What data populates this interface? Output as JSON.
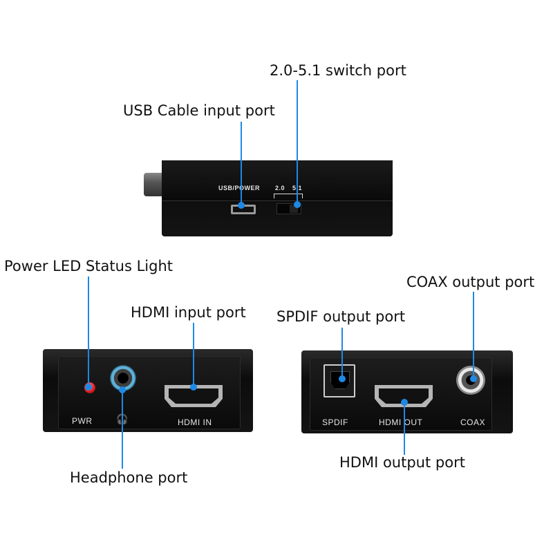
{
  "callouts": {
    "switch_port": "2.0-5.1 switch port",
    "usb_input": "USB Cable input port",
    "power_led": "Power LED Status Light",
    "hdmi_input": "HDMI  input port",
    "headphone": "Headphone port",
    "spdif_output": "SPDIF output port",
    "coax_output": "COAX output port",
    "hdmi_output": "HDMI  output port"
  },
  "device_labels": {
    "usb_power": "USB/POWER",
    "mode_20": "2.0",
    "mode_51": "5.1",
    "pwr": "PWR",
    "hdmi_in": "HDMI IN",
    "spdif": "SPDIF",
    "hdmi_out": "HDMI OUT",
    "coax": "COAX",
    "headphone_symbol": "🎧"
  },
  "colors": {
    "leader": "#1e88e5",
    "device_body": "#111111",
    "power_led": "#e02020",
    "headphone_ring": "#5fb0d8"
  },
  "icons": {
    "headphone": "headphone-icon"
  }
}
